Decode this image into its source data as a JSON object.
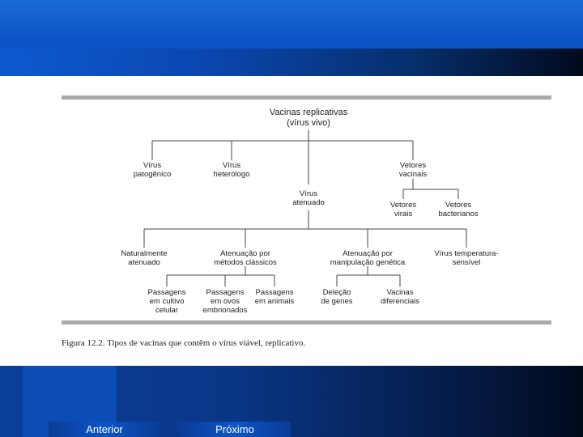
{
  "diagram": {
    "root": [
      "Vacinas replicativas",
      "(vírus vivo)"
    ],
    "l1": {
      "pathogenic": [
        "Vírus",
        "patogênico"
      ],
      "heterologous": [
        "Vírus",
        "heterólogo"
      ],
      "attenuated": [
        "Vírus",
        "atenuado"
      ],
      "vectors": [
        "Vetores",
        "vacinais"
      ]
    },
    "vectors": {
      "viral": [
        "Vetores",
        "virais"
      ],
      "bacterial": [
        "Vetores",
        "bacterianos"
      ]
    },
    "l2": {
      "natural": [
        "Naturalmente",
        "atenuado"
      ],
      "classic": [
        "Atenuação por",
        "métodos clássicos"
      ],
      "genetic": [
        "Atenuação por",
        "manipulação genética"
      ],
      "thermo": [
        "Vírus temperatura-",
        "sensível"
      ]
    },
    "l3": {
      "cell": [
        "Passagens",
        "em cultivo",
        "celular"
      ],
      "eggs": [
        "Passagens",
        "em ovos",
        "embrionados"
      ],
      "animals": [
        "Passagens",
        "em animais"
      ],
      "deletion": [
        "Deleção",
        "de genes"
      ],
      "differential": [
        "Vacinas",
        "diferenciais"
      ]
    }
  },
  "caption": "Figura 12.2. Tipos de vacinas que contêm o vírus viável, replicativo.",
  "nav": {
    "prev": "Anterior",
    "next": "Próximo"
  }
}
